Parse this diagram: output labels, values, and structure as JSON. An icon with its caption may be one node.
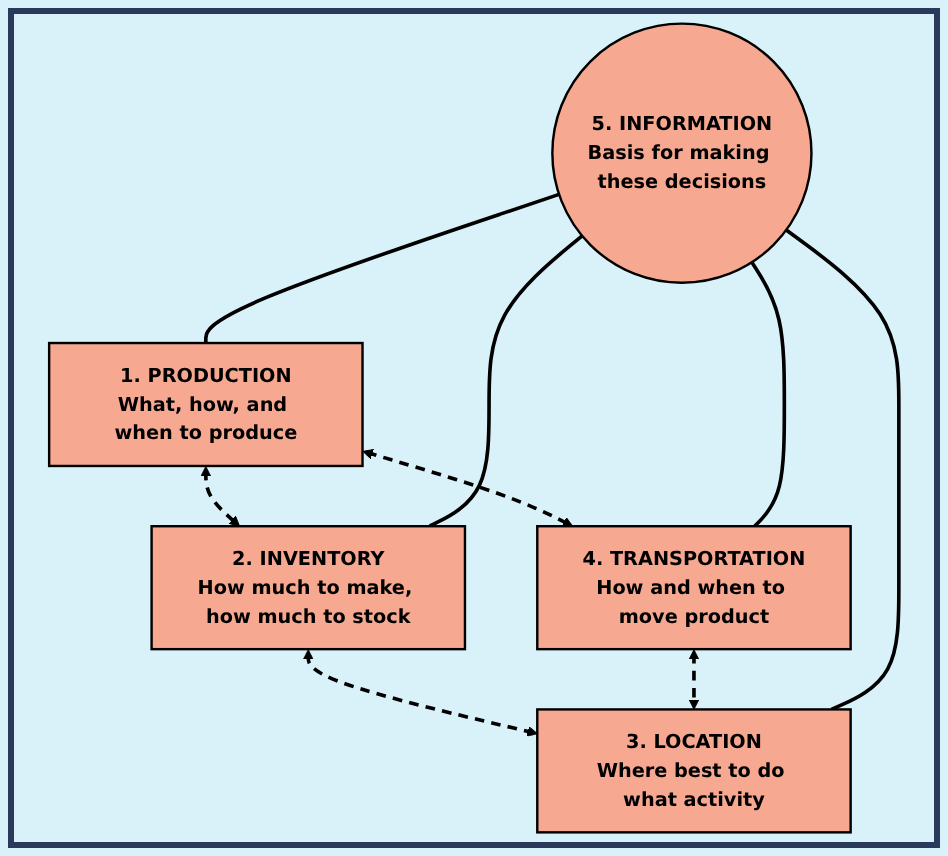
{
  "diagram": {
    "nodes": [
      {
        "text": [
          "1. PRODUCTION",
          "What, how, and when to produce"
        ]
      },
      {
        "text": [
          "2. INVENTORY",
          "How much to make, how much to stock"
        ]
      },
      {
        "text": [
          "5. INFORMATION",
          "Basis for making these decisions"
        ]
      },
      {
        "text": [
          "4. TRANSPORTATION",
          "How and when to move product"
        ]
      },
      {
        "text": [
          "3. LOCATION",
          "Where best to do what activity"
        ]
      }
    ],
    "edges": [
      {
        "from": 0,
        "to": 1,
        "arrow": "both",
        "style": "dashed"
      },
      {
        "from": 0,
        "to": 3,
        "arrow": "both",
        "style": "dashed"
      },
      {
        "from": 1,
        "to": 4,
        "arrow": "both",
        "style": "dashed"
      },
      {
        "from": 3,
        "to": 4,
        "arrow": "both",
        "style": "dashed"
      },
      {
        "from": 2,
        "to": 0,
        "arrow": "none"
      },
      {
        "from": 2,
        "to": 1,
        "arrow": "none"
      },
      {
        "from": 2,
        "to": 3,
        "arrow": "none"
      },
      {
        "from": 2,
        "to": 4,
        "arrow": "none"
      }
    ]
  }
}
